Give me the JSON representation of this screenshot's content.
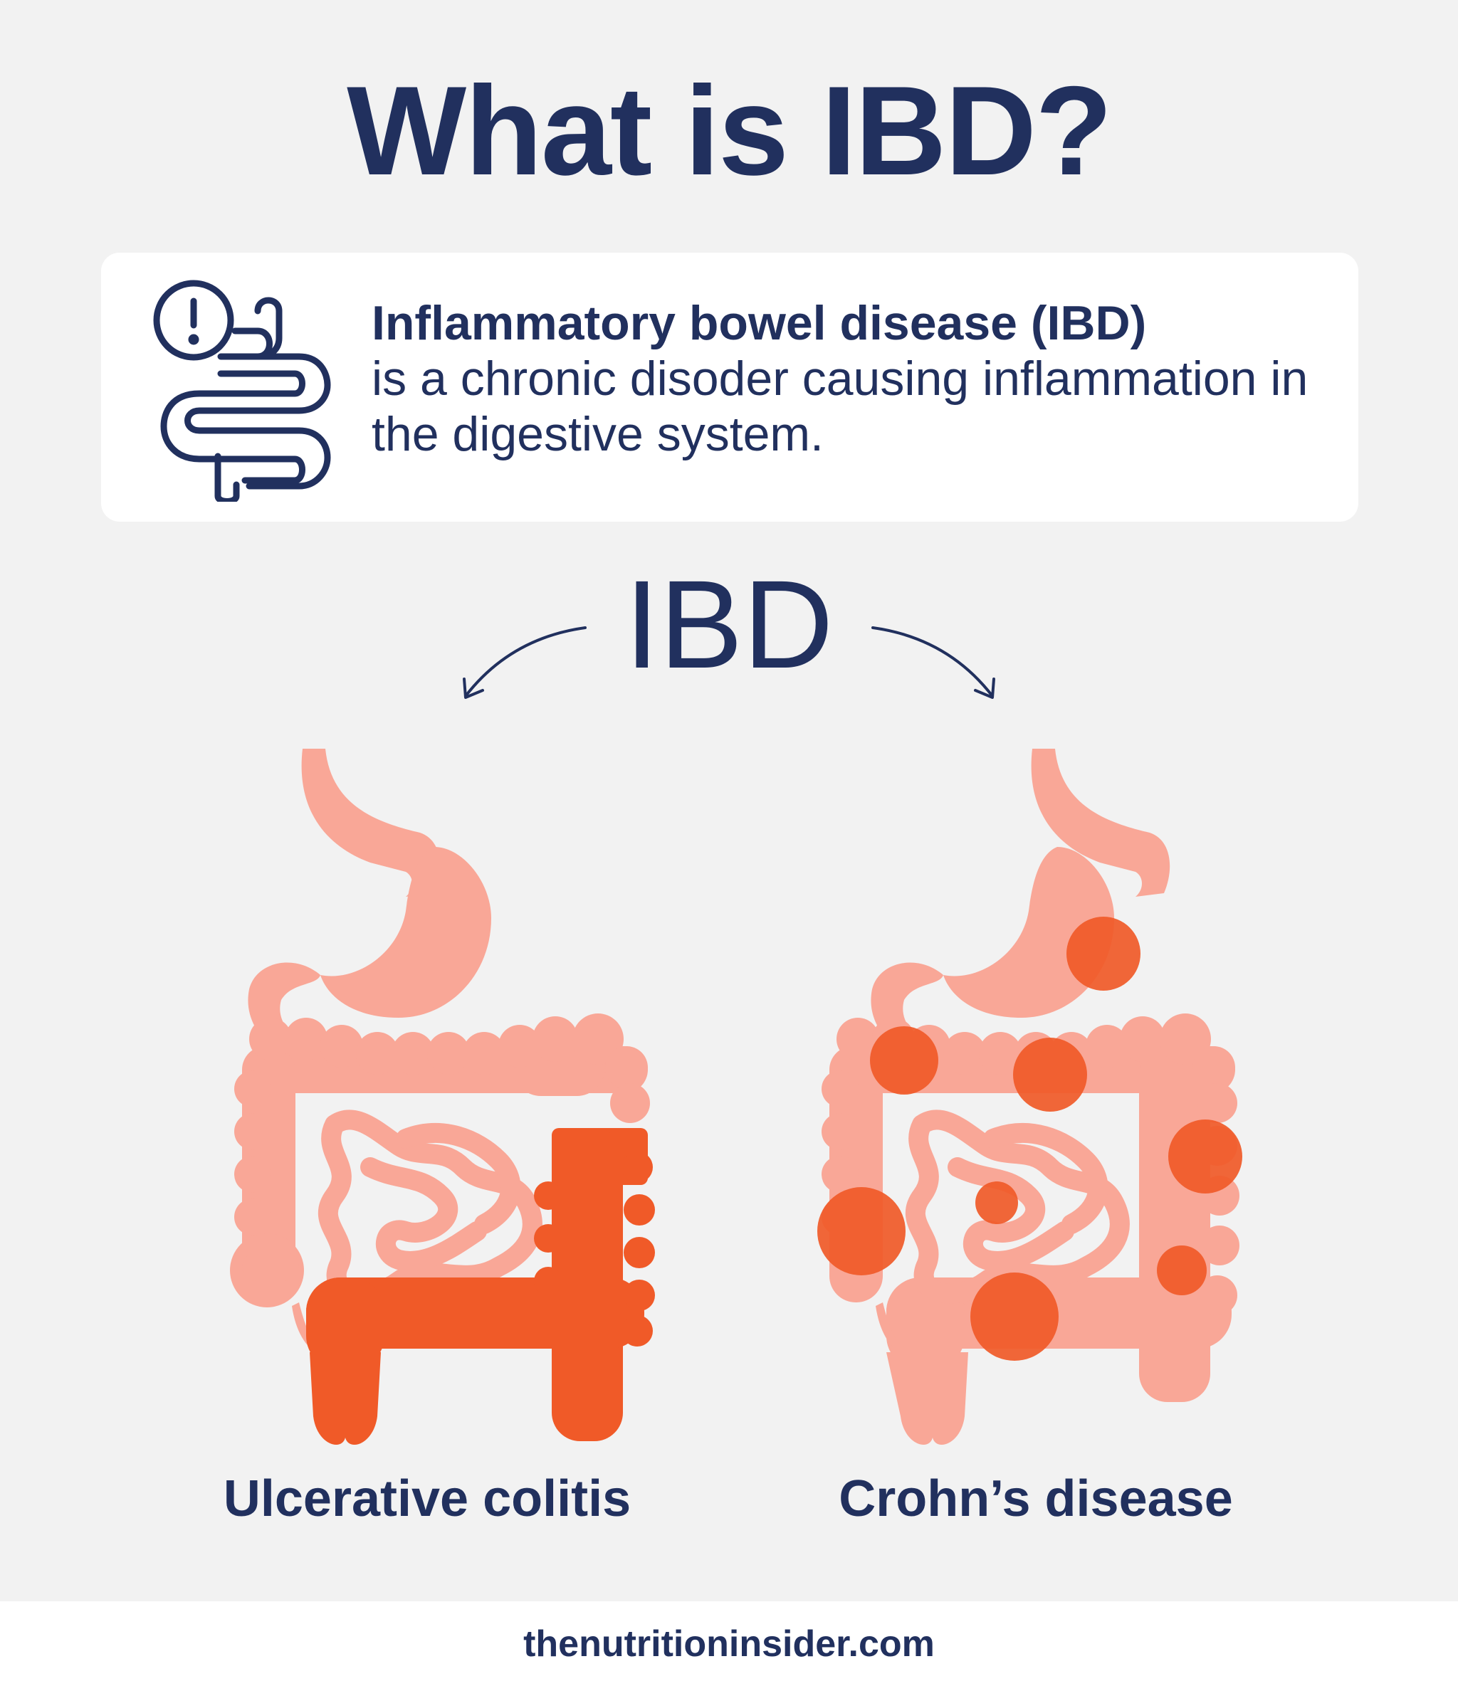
{
  "title": "What is IBD?",
  "info": {
    "icon": "intestine-alert-icon",
    "bold_text": "Inflammatory bowel disease (IBD)",
    "text": "is a chronic disoder causing inflammation in the digestive system."
  },
  "diagram": {
    "root": "IBD",
    "branches": [
      {
        "label": "Ulcerative colitis",
        "icon": "digestive-tract-icon"
      },
      {
        "label": "Crohn’s disease",
        "icon": "digestive-tract-icon"
      }
    ]
  },
  "footer": {
    "site": "thenutritioninsider.com"
  },
  "colors": {
    "navy": "#21305e",
    "organ_light": "#f9a797",
    "inflamed": "#f05a28",
    "background": "#f2f2f2",
    "card": "#ffffff"
  }
}
